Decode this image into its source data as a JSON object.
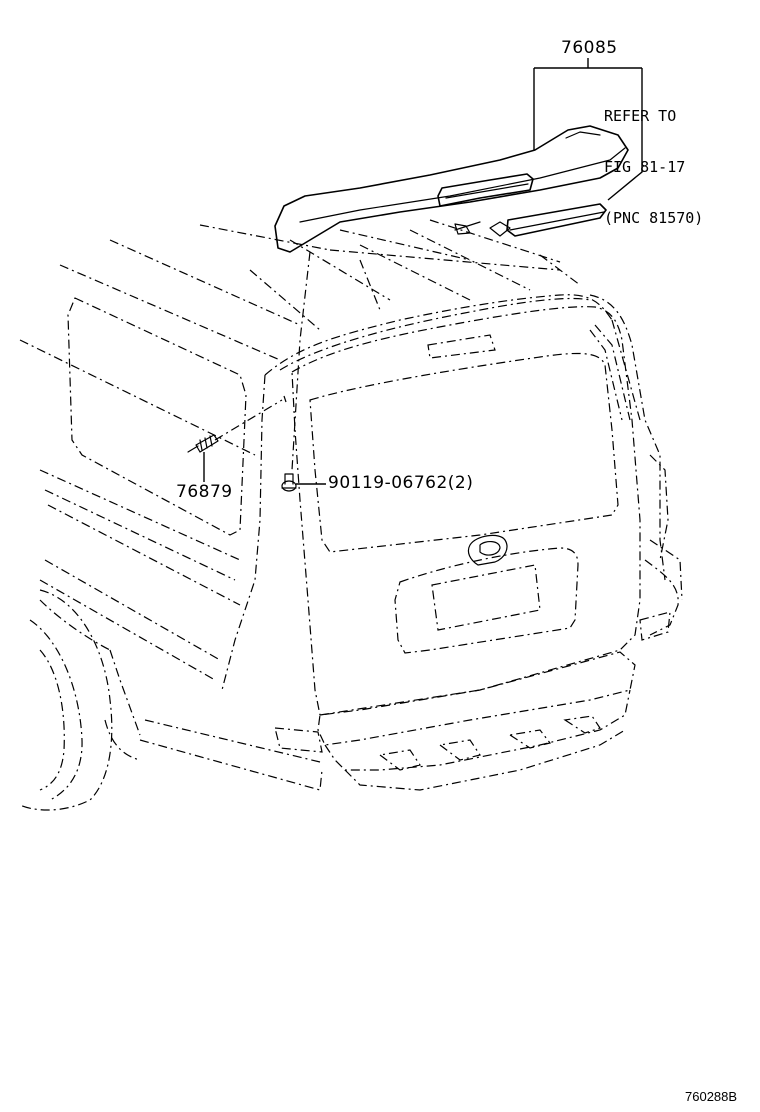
{
  "diagram": {
    "parts": {
      "spoiler": "76085",
      "clip": "76879",
      "screw": "90119-06762",
      "screw_qty": "(2)"
    },
    "reference_note": {
      "line1": "REFER TO",
      "line2": "FIG 81-17",
      "line3": "(PNC 81570)"
    },
    "figure_code": "760288B"
  }
}
